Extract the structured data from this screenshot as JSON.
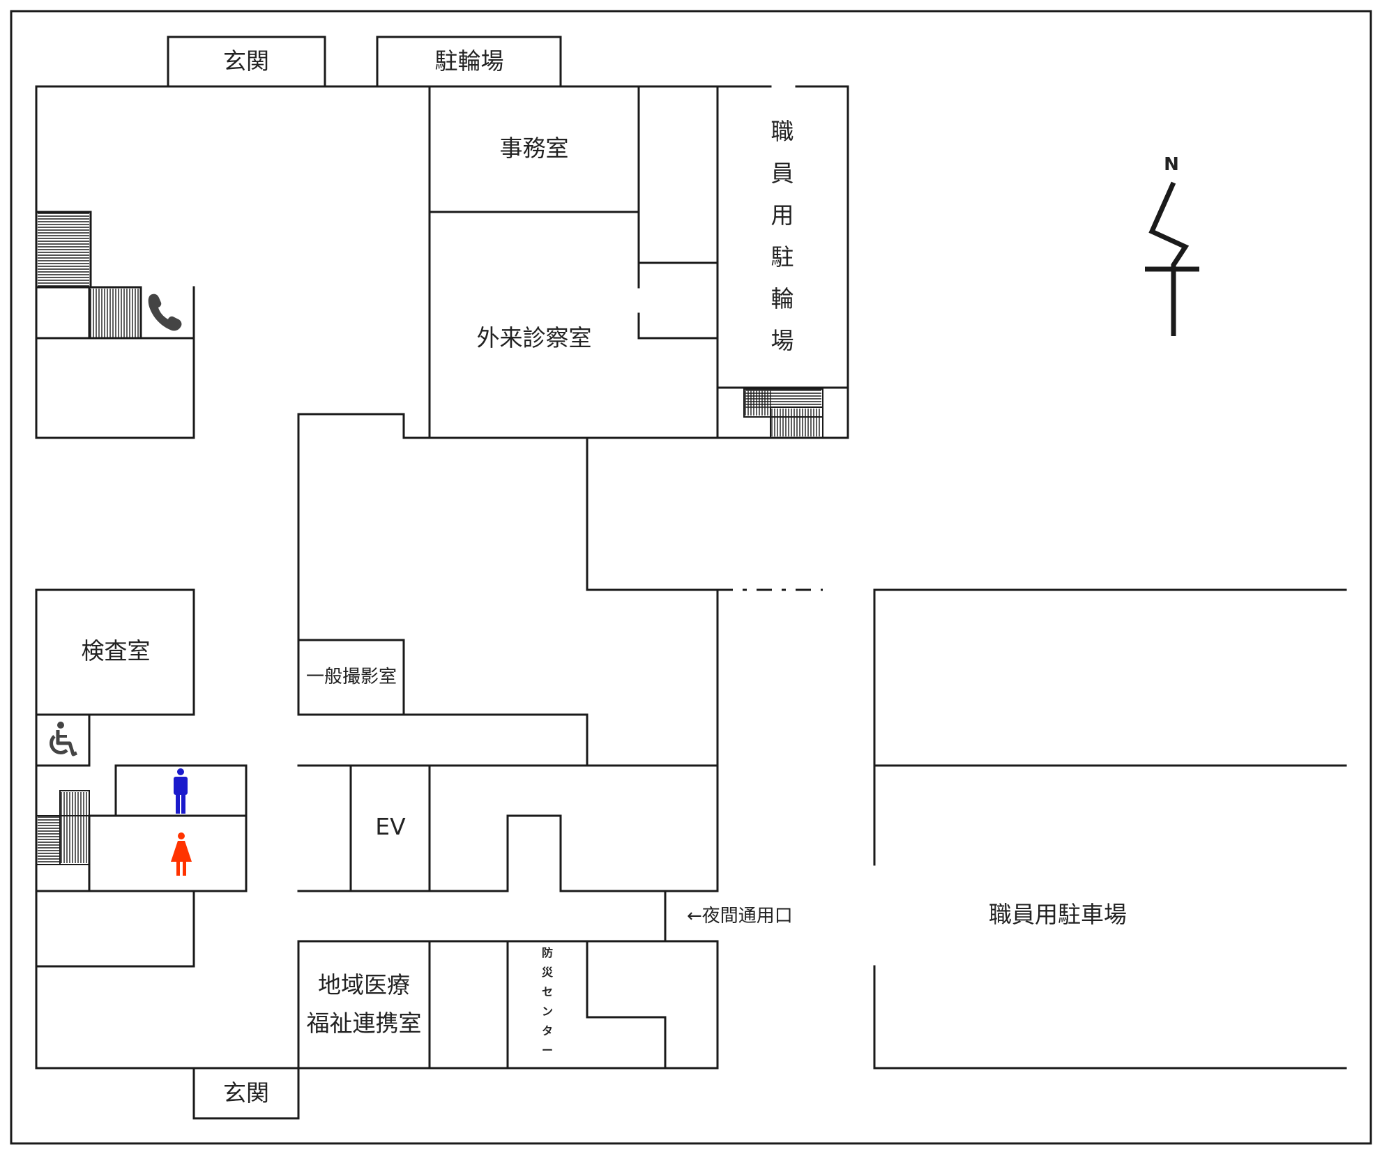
{
  "rooms": {
    "entrance_north": "玄関",
    "bicycle_parking": "駐輪場",
    "office": "事務室",
    "outpatient": "外来診察室",
    "staff_bicycle_parking": "職員用駐輪場",
    "exam_room": "検査室",
    "xray_room": "一般撮影室",
    "elevator": "EV",
    "night_entrance": "←夜間通用口",
    "staff_car_parking": "職員用駐車場",
    "regional_care_line1": "地域医療",
    "regional_care_line2": "福祉連携室",
    "disaster_center": "防災センター",
    "entrance_south": "玄関"
  },
  "compass": {
    "north_label": "N"
  },
  "icons": {
    "phone": "phone-icon",
    "wheelchair": "wheelchair-icon",
    "male_toilet": "male-toilet-icon",
    "female_toilet": "female-toilet-icon",
    "stairs": "stairs-icon"
  },
  "colors": {
    "male": "#1a1acc",
    "female": "#ff3300",
    "icon_gray": "#444444",
    "line": "#1a1a1a"
  }
}
